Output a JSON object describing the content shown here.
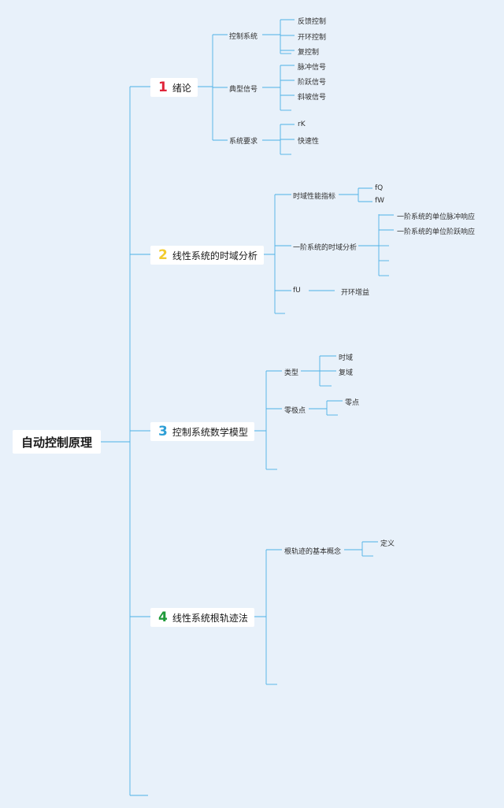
{
  "root": "自动控制原理",
  "colors": {
    "line": "#4db1e6",
    "ch1": "#e0243a",
    "ch2": "#f2cb2e",
    "ch3": "#2e9fd6",
    "ch4": "#1f9a3a"
  },
  "chapters": [
    {
      "num": "1",
      "title": "绪论",
      "sections": [
        {
          "title": "控制系统",
          "items": [
            "反馈控制",
            "开环控制",
            "复控制"
          ]
        },
        {
          "title": "典型信号",
          "items": [
            "脉冲信号",
            "阶跃信号",
            "斜坡信号"
          ]
        },
        {
          "title": "系统要求",
          "items": [
            "rK",
            "快速性"
          ]
        }
      ]
    },
    {
      "num": "2",
      "title": "线性系统的时域分析",
      "sections": [
        {
          "title": "时域性能指标",
          "items": [
            "fQ",
            "fW"
          ]
        },
        {
          "title": "一阶系统的时域分析",
          "items": [
            "一阶系统的单位脉冲响应",
            "一阶系统的单位阶跃响应"
          ]
        },
        {
          "title": "fU",
          "items": [
            "开环增益"
          ]
        }
      ]
    },
    {
      "num": "3",
      "title": "控制系统数学模型",
      "sections": [
        {
          "title": "类型",
          "items": [
            "时域",
            "复域"
          ]
        },
        {
          "title": "零极点",
          "items": [
            "零点"
          ]
        }
      ]
    },
    {
      "num": "4",
      "title": "线性系统根轨迹法",
      "sections": [
        {
          "title": "根轨迹的基本概念",
          "items": [
            "定义"
          ]
        }
      ]
    }
  ]
}
